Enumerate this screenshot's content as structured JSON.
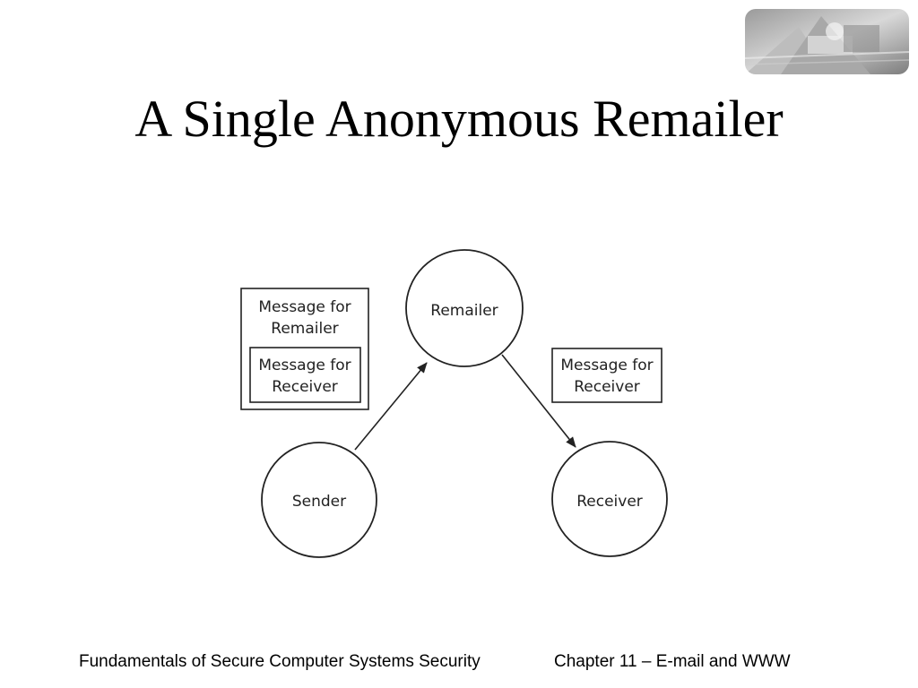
{
  "slide": {
    "title": "A Single Anonymous Remailer"
  },
  "diagram": {
    "nodes": {
      "remailer": "Remailer",
      "sender": "Sender",
      "receiver": "Receiver"
    },
    "outer_message": {
      "line1": "Message for",
      "line2": "Remailer"
    },
    "inner_message": {
      "line1": "Message for",
      "line2": "Receiver"
    },
    "forwarded_message": {
      "line1": "Message for",
      "line2": "Receiver"
    }
  },
  "footer": {
    "left": "Fundamentals of Secure Computer Systems Security",
    "right": "Chapter 11 – E-mail and WWW"
  },
  "colors": {
    "line": "#222222",
    "background": "#ffffff"
  },
  "icons": {
    "corner": "decorative-photo-icon"
  }
}
